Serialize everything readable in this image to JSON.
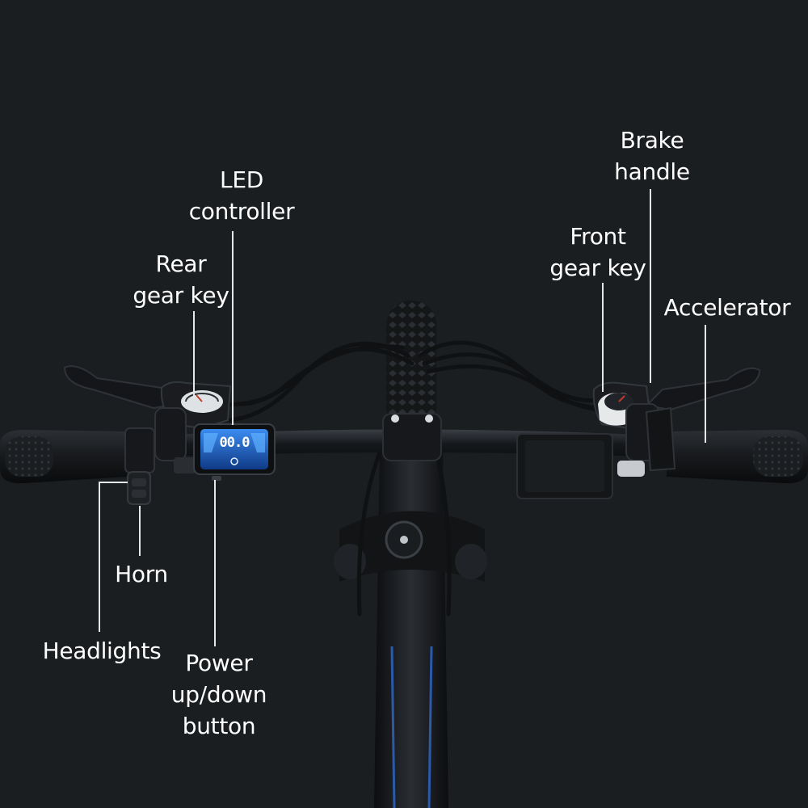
{
  "labels": {
    "led_controller": [
      "LED",
      "controller"
    ],
    "rear_gear_key": [
      "Rear",
      "gear key"
    ],
    "brake_handle": [
      "Brake",
      "handle"
    ],
    "front_gear_key": [
      "Front",
      "gear key"
    ],
    "accelerator": [
      "Accelerator"
    ],
    "horn": [
      "Horn"
    ],
    "headlights": [
      "Headlights"
    ],
    "power_button": [
      "Power",
      "up/down",
      "button"
    ]
  },
  "display": {
    "speed_readout": "00.0"
  },
  "colors": {
    "background": "#1b1e21",
    "label": "#ffffff",
    "screen": "#1f6fd6"
  }
}
